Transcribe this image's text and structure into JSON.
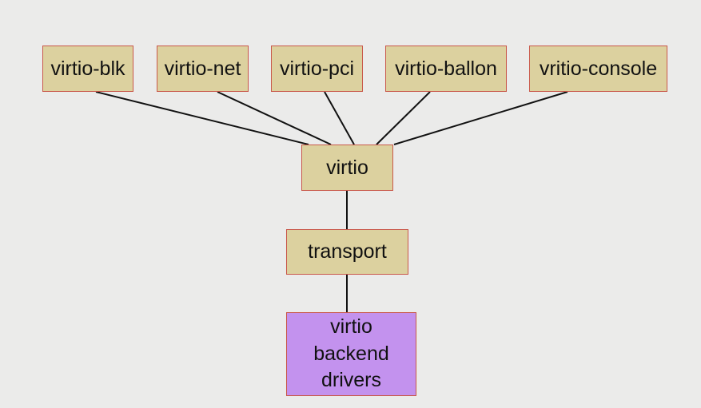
{
  "diagram": {
    "nodes": {
      "blk": "virtio-blk",
      "net": "virtio-net",
      "pci": "virtio-pci",
      "ballon": "virtio-ballon",
      "console": "vritio-console",
      "virtio": "virtio",
      "transport": "transport",
      "backend": "virtio\nbackend\ndrivers"
    },
    "colors": {
      "background": "#ebebea",
      "box_fill": "#dcd19f",
      "backend_fill": "#c392ee",
      "box_border": "#c9584a",
      "connector": "#111111"
    },
    "edges": [
      [
        "blk",
        "virtio"
      ],
      [
        "net",
        "virtio"
      ],
      [
        "pci",
        "virtio"
      ],
      [
        "ballon",
        "virtio"
      ],
      [
        "console",
        "virtio"
      ],
      [
        "virtio",
        "transport"
      ],
      [
        "transport",
        "backend"
      ]
    ]
  }
}
